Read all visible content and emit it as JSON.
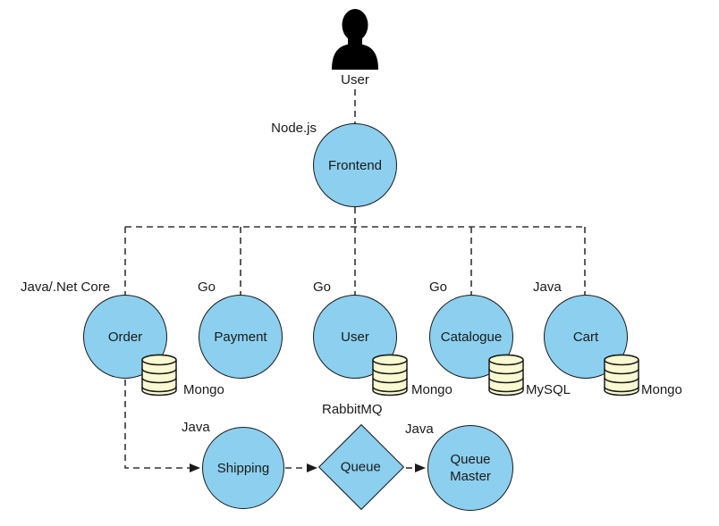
{
  "diagram": {
    "actor": {
      "label": "User"
    },
    "nodes": {
      "frontend": {
        "label": "Frontend",
        "tech": "Node.js"
      },
      "order": {
        "label": "Order",
        "tech": "Java/.Net Core",
        "db": "Mongo"
      },
      "payment": {
        "label": "Payment",
        "tech": "Go"
      },
      "user_service": {
        "label": "User",
        "tech": "Go",
        "db": "Mongo"
      },
      "catalogue": {
        "label": "Catalogue",
        "tech": "Go",
        "db": "MySQL"
      },
      "cart": {
        "label": "Cart",
        "tech": "Java",
        "db": "Mongo"
      },
      "shipping": {
        "label": "Shipping",
        "tech": "Java"
      },
      "queue": {
        "label": "Queue",
        "tech": "RabbitMQ"
      },
      "queue_master": {
        "label": "Queue Master",
        "tech": "Java"
      }
    },
    "colors": {
      "node_fill": "#8ccfee",
      "node_stroke": "#1a1a1a",
      "db_fill": "#fafad2",
      "line": "#333333"
    }
  }
}
